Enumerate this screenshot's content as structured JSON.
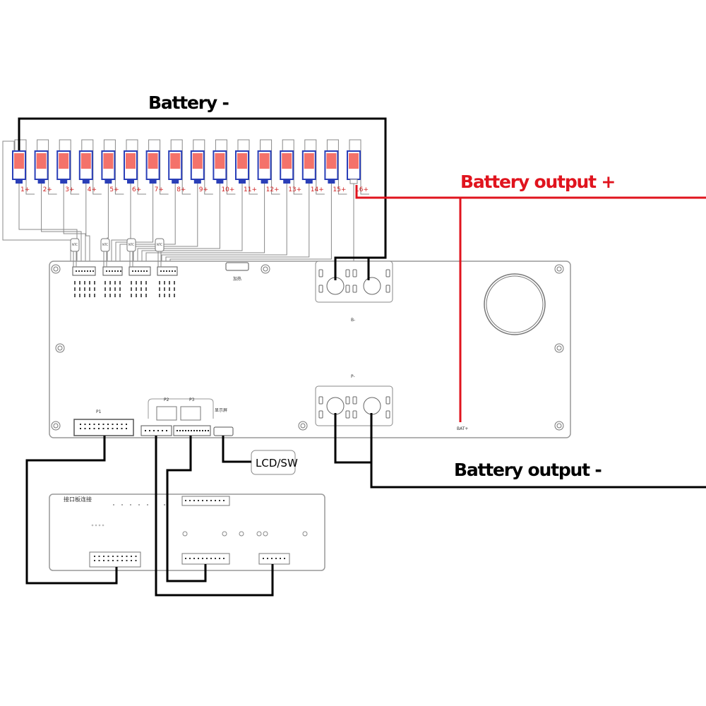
{
  "titles": {
    "battery_minus": "Battery -",
    "battery_output_plus": "Battery output +",
    "battery_output_minus": "Battery output -"
  },
  "cells": [
    "1+",
    "2+",
    "3+",
    "4+",
    "5+",
    "6+",
    "7+",
    "8+",
    "9+",
    "10+",
    "11+",
    "12+",
    "13+",
    "14+",
    "15+",
    "16+"
  ],
  "ntc_label": "NTC",
  "board": {
    "heater_label": "加热",
    "b_minus": "B-",
    "p_minus": "P-",
    "bat_plus": "BAT+",
    "p1": "P1",
    "p2": "P2",
    "p3": "P3",
    "display_label": "显示屏"
  },
  "lcd_sw": "LCD/SW",
  "interface_board_label": "接口板连接",
  "colors": {
    "red_wire": "#e0141e",
    "cell_outline": "#2a3fb8",
    "cell_fill": "#f4726a",
    "wire": "#000000"
  }
}
